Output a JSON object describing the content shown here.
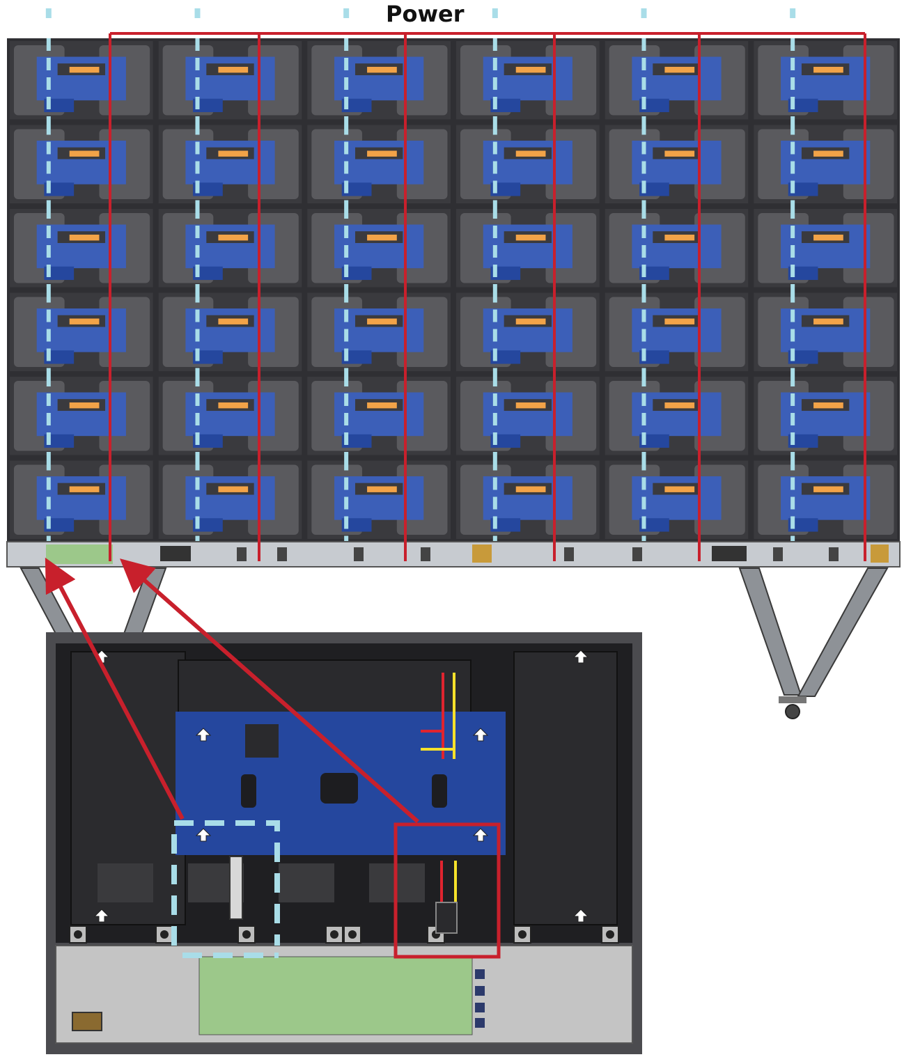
{
  "diagram": {
    "label": "Power",
    "colors": {
      "frame": "#2f2f33",
      "panel": "#5a5a5e",
      "panel_dark": "#3a3a3e",
      "board_blue": "#3c5fb8",
      "board_blue_dark": "#25479e",
      "connector_orange": "#f2a348",
      "data_cable_dash": "#a9dde8",
      "power_line": "#c8202c",
      "bottom_rail": "#c7cbd0",
      "pcb_green": "#9cc88a",
      "gold_box": "#c89a3a",
      "wire_yellow": "#f6e12b",
      "wire_red": "#e0242f",
      "grey_plate": "#c4c4c4"
    },
    "wall": {
      "cabinet_columns": 6,
      "cabinet_rows": 6,
      "power_loops": 5
    },
    "detail": {
      "arrow_markers": 8
    }
  }
}
